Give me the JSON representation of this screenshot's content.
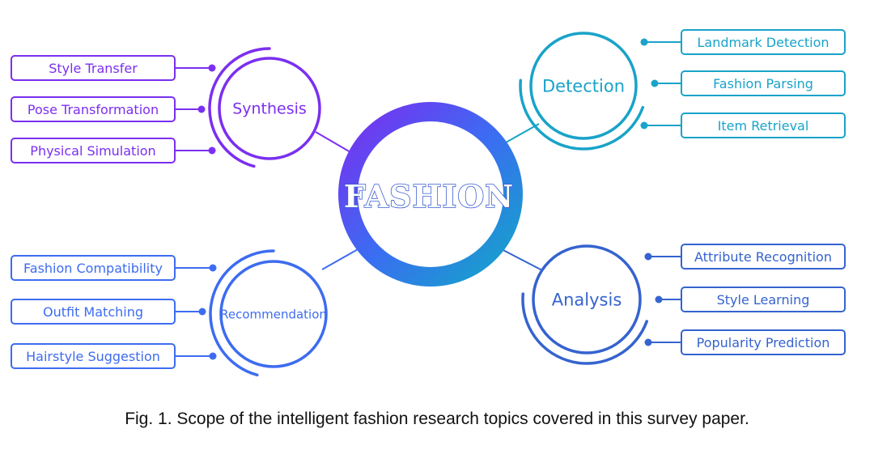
{
  "center": {
    "label": "FASHION",
    "gradient": [
      "#7c2ff0",
      "#3a6ff2",
      "#14a3c9"
    ]
  },
  "clusters": {
    "synthesis": {
      "label": "Synthesis",
      "color": "#7b2ff0",
      "items": [
        "Style Transfer",
        "Pose Transformation",
        "Physical Simulation"
      ]
    },
    "detection": {
      "label": "Detection",
      "color": "#19a3c9",
      "items": [
        "Landmark Detection",
        "Fashion Parsing",
        "Item Retrieval"
      ]
    },
    "recommendation": {
      "label": "Recommendation",
      "color": "#3d6cf0",
      "items": [
        "Fashion Compatibility",
        "Outfit Matching",
        "Hairstyle Suggestion"
      ]
    },
    "analysis": {
      "label": "Analysis",
      "color": "#3563cf",
      "items": [
        "Attribute Recognition",
        "Style Learning",
        "Popularity Prediction"
      ]
    }
  },
  "caption": "Fig. 1.  Scope of the intelligent fashion research topics covered in this survey paper."
}
